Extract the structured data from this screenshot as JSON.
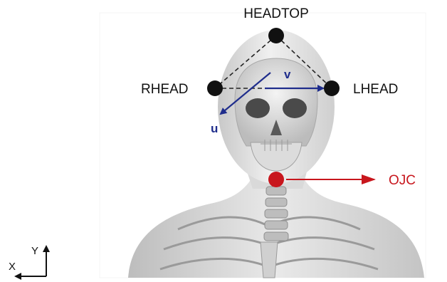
{
  "markers": {
    "headtop": "HEADTOP",
    "rhead": "RHEAD",
    "lhead": "LHEAD",
    "ojc": "OJC"
  },
  "vectors": {
    "u": "u",
    "v": "v"
  },
  "axes": {
    "x": "X",
    "y": "Y"
  },
  "colors": {
    "marker": "#111111",
    "ojc": "#c8161d",
    "vector": "#1f2d8c",
    "dashed_line": "#222222"
  }
}
